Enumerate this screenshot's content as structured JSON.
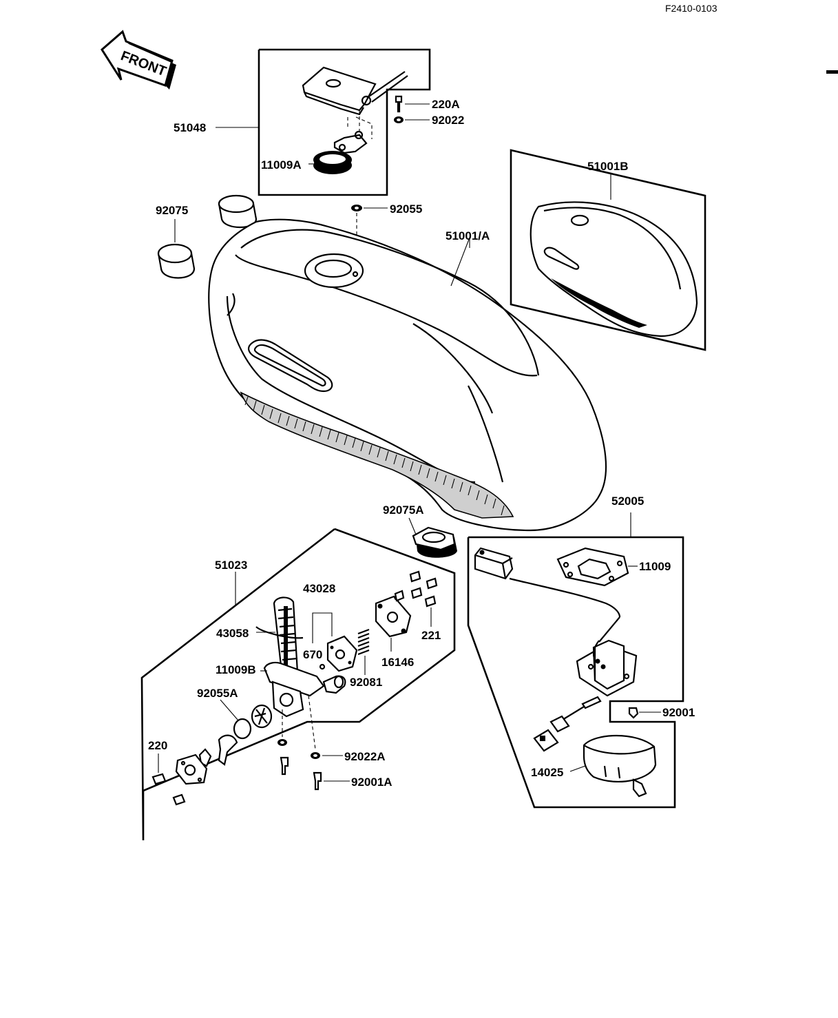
{
  "reference_code": "F2410-0103",
  "front_arrow_label": "FRONT",
  "labels": {
    "p51048": "51048",
    "p220A": "220A",
    "p92022": "92022",
    "p11009A": "11009A",
    "p92075": "92075",
    "p92055": "92055",
    "p51001A": "51001/A",
    "p51001B": "51001B",
    "p92075A": "92075A",
    "p52005": "52005",
    "p11009": "11009",
    "p51023": "51023",
    "p43028": "43028",
    "p43058": "43058",
    "p670": "670",
    "p221": "221",
    "p16146": "16146",
    "p92081": "92081",
    "p11009B": "11009B",
    "p92055A": "92055A",
    "p220": "220",
    "p92022A": "92022A",
    "p92001A": "92001A",
    "p92001": "92001",
    "p14025": "14025"
  }
}
